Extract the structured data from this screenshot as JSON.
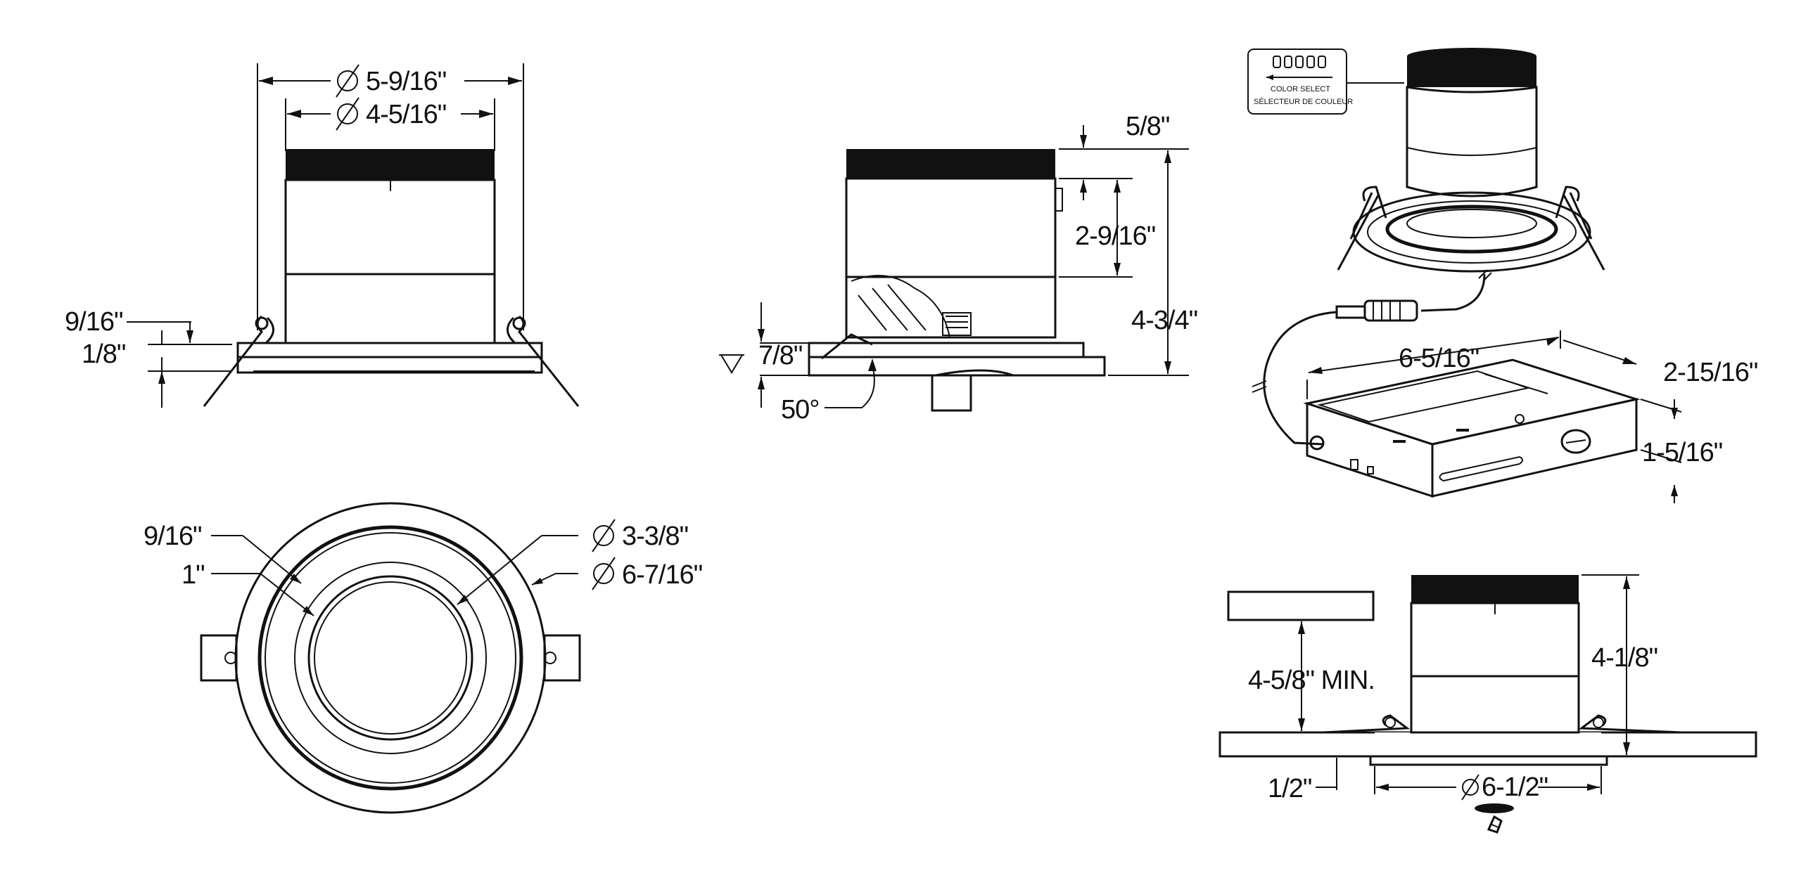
{
  "front_view": {
    "outer_diameter": "5-9/16\"",
    "inner_diameter": "4-5/16\"",
    "flange_height": "9/16\"",
    "flange_thickness": "1/8\""
  },
  "side_view": {
    "top_cap": "5/8\"",
    "upper_body": "2-9/16\"",
    "total_height": "4-3/4\"",
    "tilt_depth": "7/8\"",
    "tilt_angle": "50°"
  },
  "bottom_view": {
    "trim_width": "9/16\"",
    "reflector_width": "1\"",
    "aperture_diameter": "3-3/8\"",
    "trim_diameter": "6-7/16\""
  },
  "junction_box": {
    "length": "6-5/16\"",
    "width": "2-15/16\"",
    "height": "1-5/16\"",
    "color_select_label_en": "COLOR SELECT",
    "color_select_label_fr": "SÉLECTEUR DE COULEUR",
    "color_swatches": [
      "#f2d24a",
      "#f5e48a",
      "#eeeeee",
      "#e8eef5",
      "#cfe0f0"
    ]
  },
  "installation_view": {
    "clearance": "4-5/8\" MIN.",
    "height": "4-1/8\"",
    "ceiling_thickness": "1/2\"",
    "cutout_diameter": "6-1/2\""
  }
}
